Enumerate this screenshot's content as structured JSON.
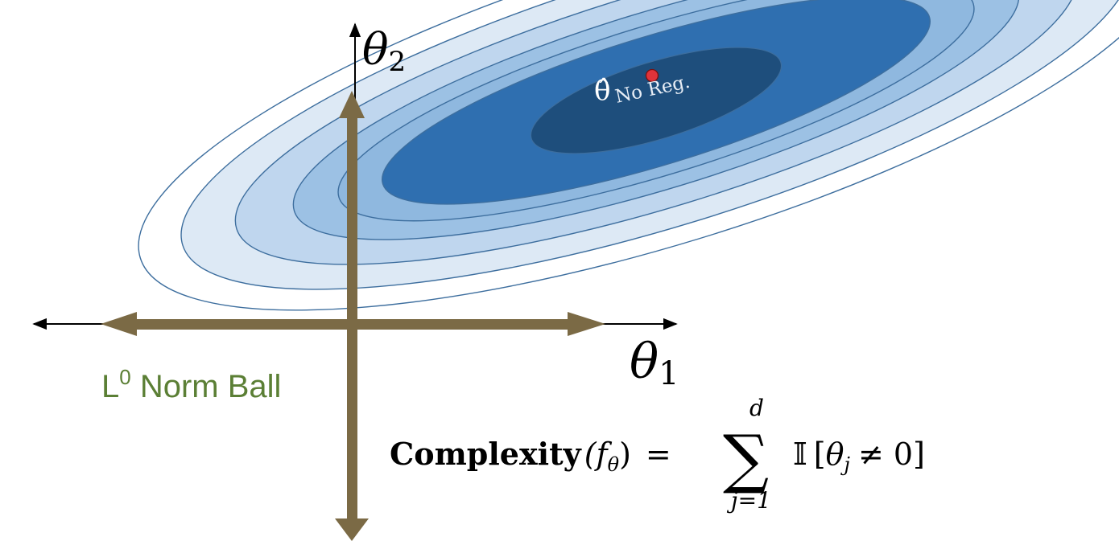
{
  "colors": {
    "contour_stroke": "#3d6e9e",
    "contour_fills": [
      "#ffffff",
      "#dde9f5",
      "#bfd6ee",
      "#9cc1e4",
      "#5d98cf",
      "#2f6fb0",
      "#1e4e7c"
    ],
    "ball_color": "#7b6a45",
    "norm_label_color": "#5b7f35",
    "optimum_point": "#e0333a",
    "axis_color": "#000000"
  },
  "labels": {
    "theta1_base": "θ",
    "theta1_sub": "1",
    "theta2_base": "θ",
    "theta2_sub": "2",
    "optimum_base": "θ̂",
    "optimum_sub": "No Reg.",
    "norm_ball_prefix": "L",
    "norm_ball_sup": "0",
    "norm_ball_suffix": " Norm Ball"
  },
  "formula": {
    "lhs_word": "Complexity",
    "lhs_arg": "(f",
    "lhs_arg_sub": "θ",
    "lhs_close": ")",
    "equals": "=",
    "sum_symbol": "∑",
    "sum_upper": "d",
    "sum_lower": "j=1",
    "indicator": "𝕀",
    "bracket_open": "[",
    "term_base": "θ",
    "term_sub": "j",
    "term_rest": "≠ 0",
    "bracket_close": "]"
  },
  "icons": [
    "arrow-left-icon",
    "arrow-right-icon",
    "arrow-up-icon",
    "arrow-down-icon"
  ]
}
